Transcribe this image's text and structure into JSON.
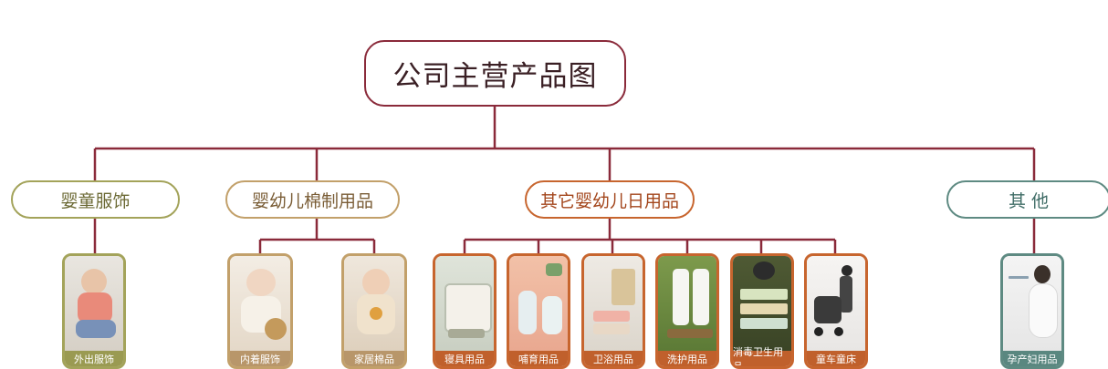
{
  "title": "公司主营产品图",
  "categories": [
    {
      "label": "婴童服饰",
      "children": [
        "外出服饰"
      ]
    },
    {
      "label": "婴幼儿棉制用品",
      "children": [
        "内着服饰",
        "家居棉品"
      ]
    },
    {
      "label": "其它婴幼儿日用品",
      "children": [
        "寝具用品",
        "哺育用品",
        "卫浴用品",
        "洗护用品",
        "消毒卫生用品",
        "童车童床"
      ]
    },
    {
      "label": "其 他",
      "children": [
        "孕产妇用品"
      ]
    }
  ],
  "colors": {
    "connector": "#8a2a3a",
    "root_border": "#8a2a3a",
    "cat1": "#a3a35a",
    "cat2": "#c2a06a",
    "cat3": "#c7652e",
    "cat4": "#5e8a82"
  }
}
